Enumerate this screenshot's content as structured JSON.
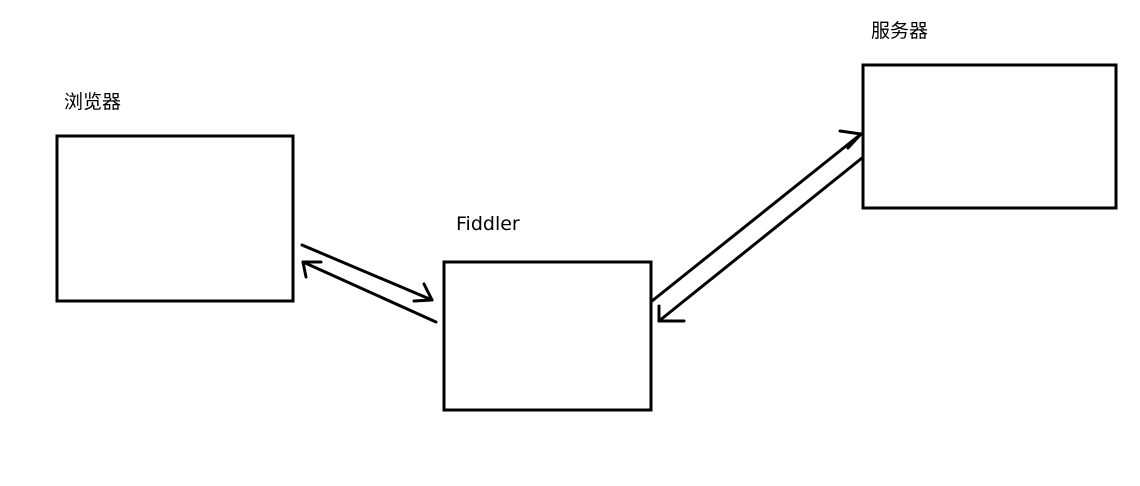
{
  "diagram": {
    "nodes": {
      "browser": {
        "label": "浏览器"
      },
      "fiddler": {
        "label": "Fiddler"
      },
      "server": {
        "label": "服务器"
      }
    },
    "colors": {
      "stroke": "#000000",
      "background": "#ffffff"
    }
  }
}
